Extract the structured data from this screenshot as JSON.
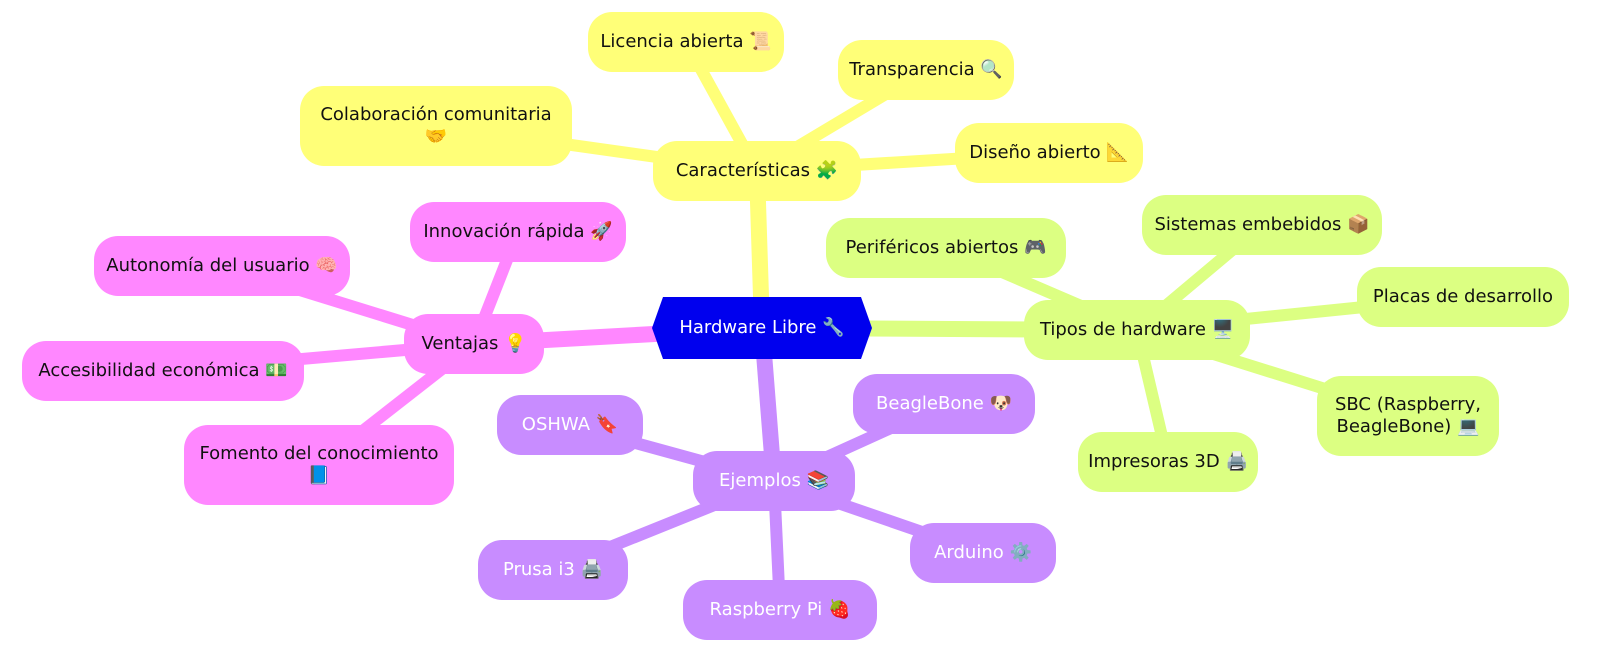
{
  "colors": {
    "root": "#0000ee",
    "caracteristicas": "#ffff78",
    "tipos": "#dcff82",
    "ventajas": "#ff87ff",
    "ejemplos": "#c88cff"
  },
  "mindmap": {
    "root": "Hardware Libre 🔧",
    "branches": [
      {
        "label": "Características 🧩",
        "color": "#ffff78",
        "children": [
          "Licencia abierta 📜",
          "Transparencia 🔍",
          "Colaboración comunitaria\n🤝",
          "Diseño abierto 📐"
        ]
      },
      {
        "label": "Tipos de hardware 🖥️",
        "color": "#dcff82",
        "children": [
          "Periféricos abiertos 🎮",
          "Sistemas embebidos 📦",
          "Placas de desarrollo",
          "SBC (Raspberry,\nBeagleBone) 💻",
          "Impresoras 3D 🖨️"
        ]
      },
      {
        "label": "Ventajas 💡",
        "color": "#ff87ff",
        "children": [
          "Innovación rápida 🚀",
          "Autonomía del usuario 🧠",
          "Accesibilidad económica 💵",
          "Fomento del conocimiento\n📘"
        ]
      },
      {
        "label": "Ejemplos 📚",
        "color": "#c88cff",
        "children": [
          "OSHWA 🔖",
          "BeagleBone 🐶",
          "Arduino ⚙️",
          "Raspberry Pi 🍓",
          "Prusa i3 🖨️"
        ]
      }
    ]
  }
}
